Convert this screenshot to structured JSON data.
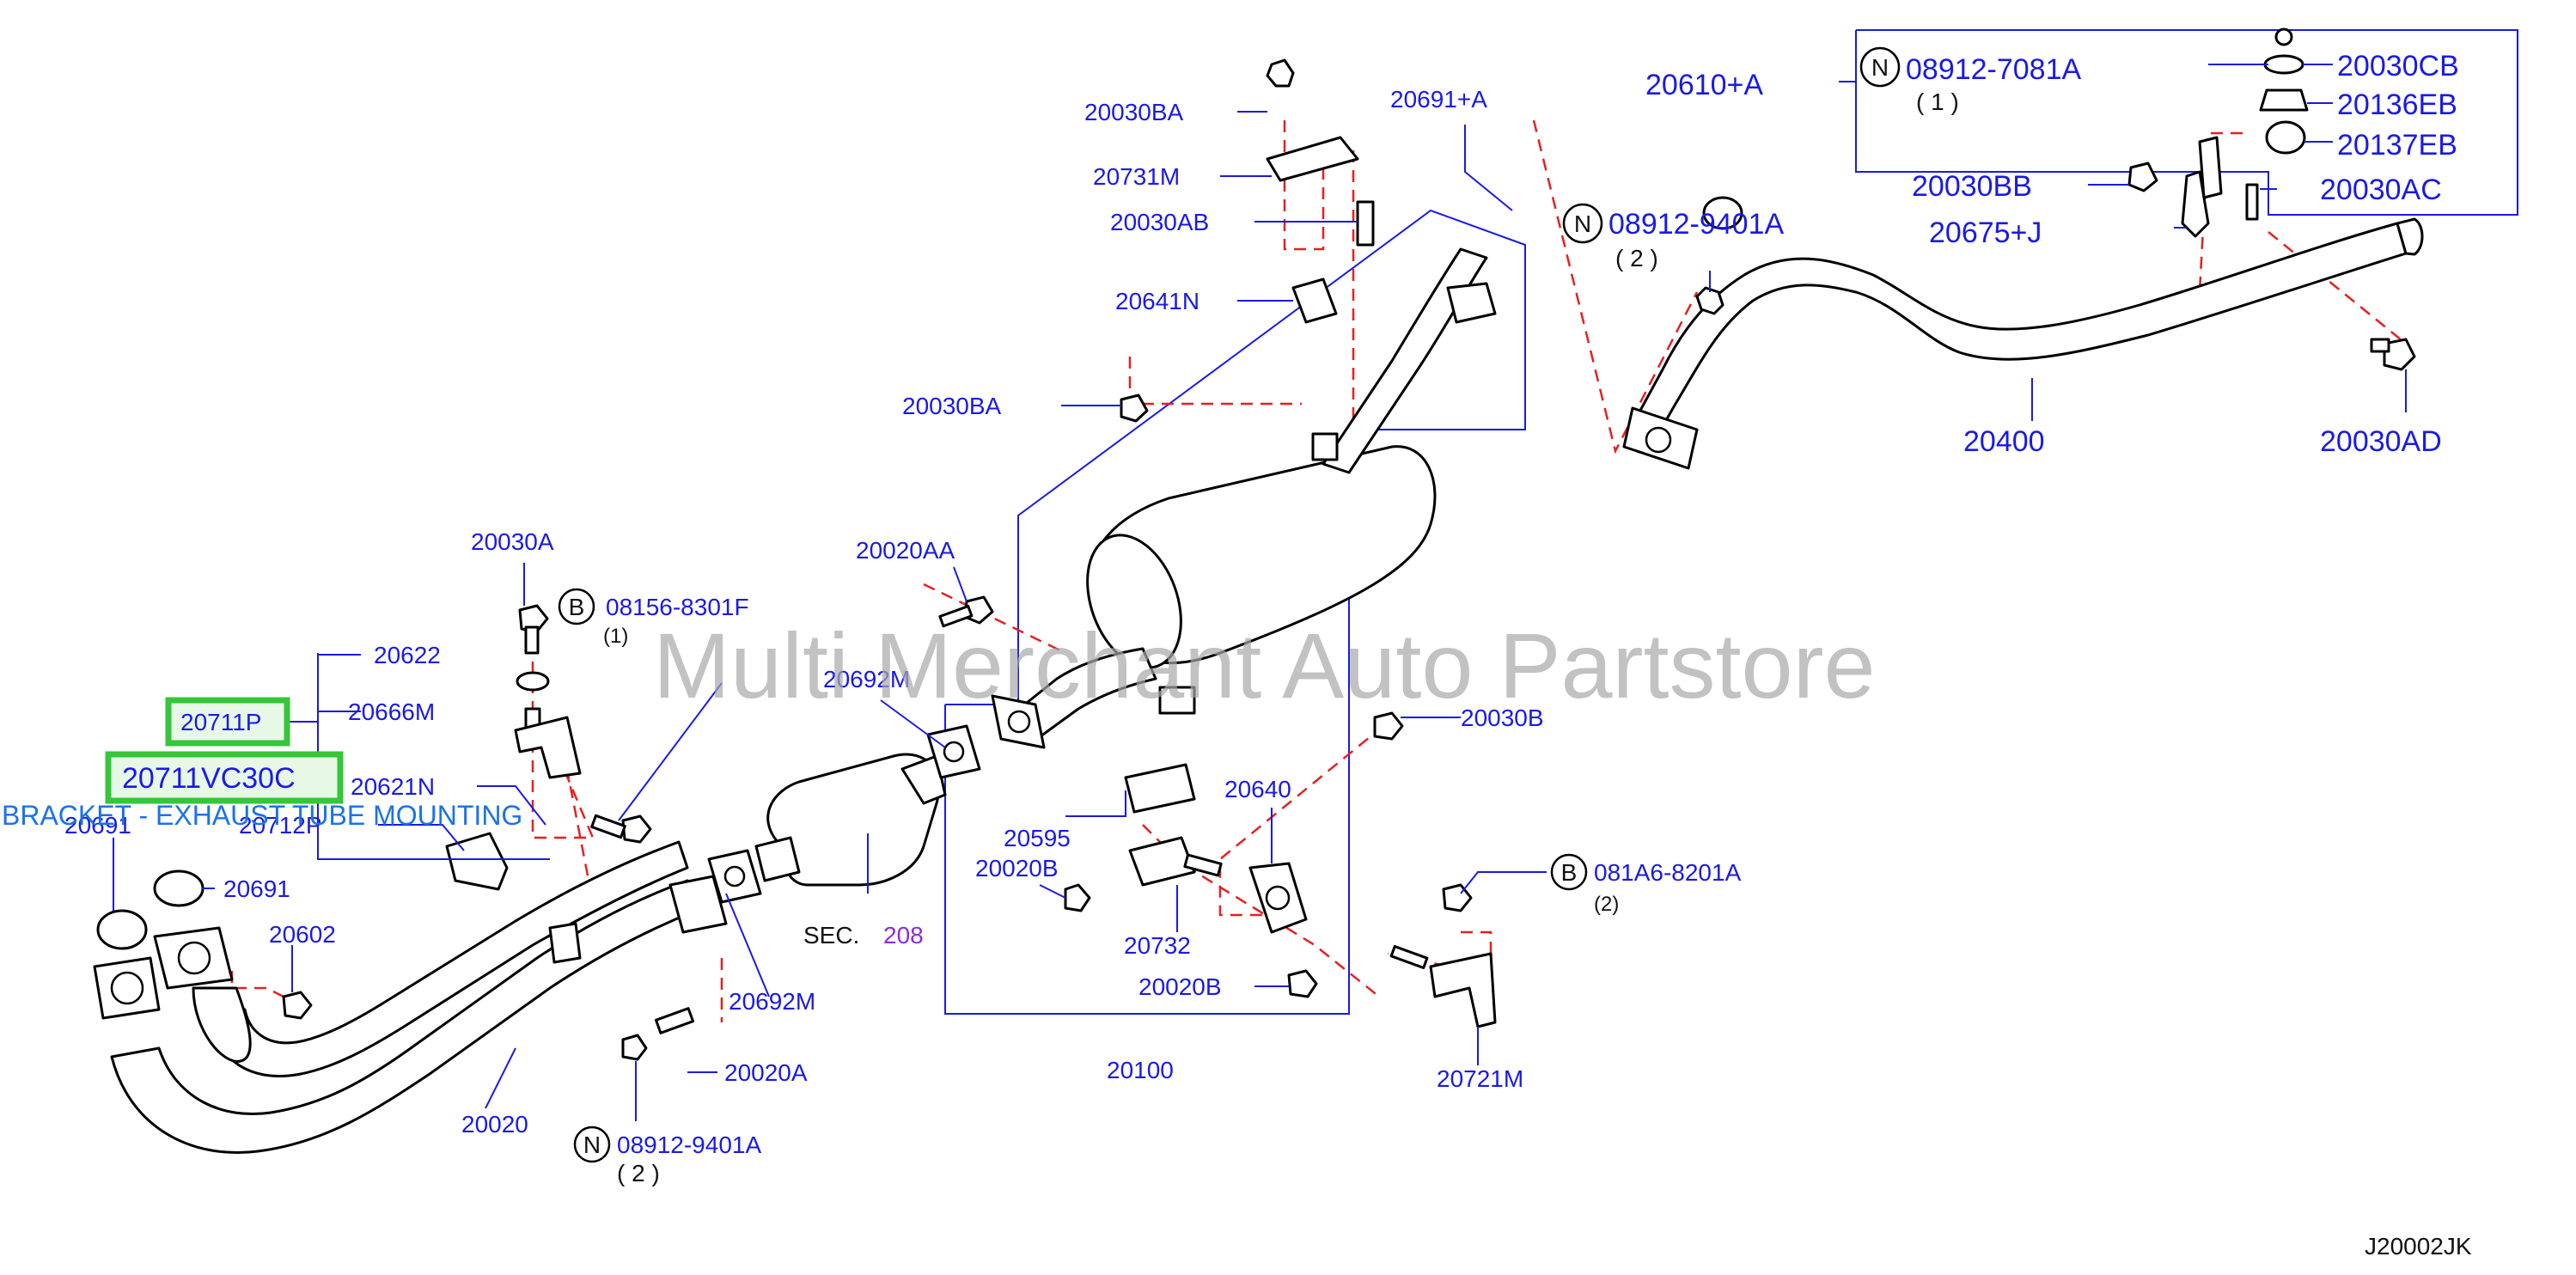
{
  "watermark": "Multi Merchant Auto Partstore",
  "diagram_code": "J20002JK",
  "sec_label": "SEC.",
  "sec_number": "208",
  "tooltip": "BRACKET - EXHAUST TUBE MOUNTING",
  "highlighted": {
    "p20711P": "20711P",
    "p20711VC30C": "20711VC30C"
  },
  "symbols": {
    "n": "N",
    "b": "B"
  },
  "qty": {
    "q1": "( 1 )",
    "q2": "( 2 )",
    "q1b": "(1)",
    "q2b": "(2)"
  },
  "parts": {
    "p20610A": "20610+A",
    "p08912_7081A": "08912-7081A",
    "p20030CB": "20030CB",
    "p20136EB": "20136EB",
    "p20137EB": "20137EB",
    "p20030BB": "20030BB",
    "p20030AC": "20030AC",
    "p20675J": "20675+J",
    "p08912_9401A_top": "08912-9401A",
    "p20400": "20400",
    "p20030AD": "20030AD",
    "p20030BA_top": "20030BA",
    "p20731M": "20731M",
    "p20030AB": "20030AB",
    "p20641N": "20641N",
    "p20030BA_mid": "20030BA",
    "p20691A": "20691+A",
    "p20020AA": "20020AA",
    "p20692M_top": "20692M",
    "p20030B": "20030B",
    "p20640": "20640",
    "p20595": "20595",
    "p20020B_left": "20020B",
    "p20732": "20732",
    "p20020B_bottom": "20020B",
    "p20100": "20100",
    "p081A6_8201A": "081A6-8201A",
    "p20721M": "20721M",
    "p20030A": "20030A",
    "p08156_8301F": "08156-8301F",
    "p20622": "20622",
    "p20666M": "20666M",
    "p20621N": "20621N",
    "p20712P": "20712P",
    "p20691_left": "20691",
    "p20691_mid": "20691",
    "p20602": "20602",
    "p20692M_bottom": "20692M",
    "p20020A": "20020A",
    "p20020": "20020",
    "p08912_9401A_bottom": "08912-9401A"
  }
}
